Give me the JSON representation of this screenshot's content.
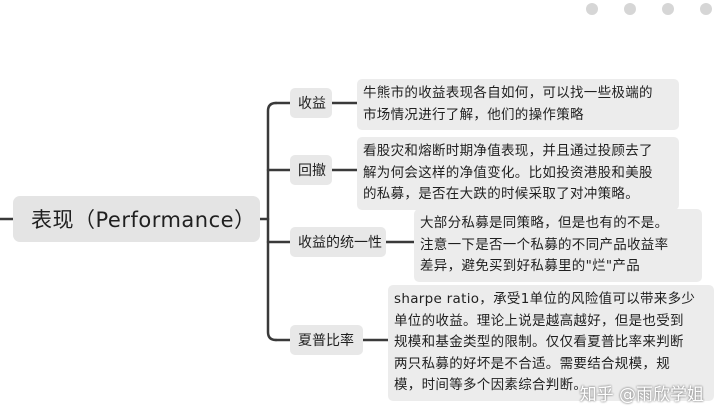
{
  "root": {
    "label": "表现（Performance）"
  },
  "branches": [
    {
      "label": "收益",
      "detail": [
        "牛熊市的收益表现各自如何，可以找一些极端的",
        "市场情况进行了解，他们的操作策略"
      ]
    },
    {
      "label": "回撤",
      "detail": [
        "看股灾和熔断时期净值表现，并且通过投顾去了",
        "解为何会这样的净值变化。比如投资港股和美股",
        "的私募，是否在大跌的时候采取了对冲策略。"
      ]
    },
    {
      "label": "收益的统一性",
      "detail": [
        "大部分私募是同策略，但是也有的不是。",
        "注意一下是否一个私募的不同产品收益率",
        "差异，避免买到好私募里的\"烂\"产品"
      ]
    },
    {
      "label": "夏普比率",
      "detail": [
        "sharpe ratio，承受1单位的风险值可以带来多少",
        "单位的收益。理论上说是越高越好，但是也受到",
        "规模和基金类型的限制。仅仅看夏普比率来判断",
        "两只私募的好坏是不合适。需要结合规模，规",
        "模，时间等多个因素综合判断。"
      ]
    }
  ],
  "watermark": "知乎 @雨欣学姐",
  "colors": {
    "connector": "#3a3a3a",
    "node_bg": "#e6e6e6"
  }
}
